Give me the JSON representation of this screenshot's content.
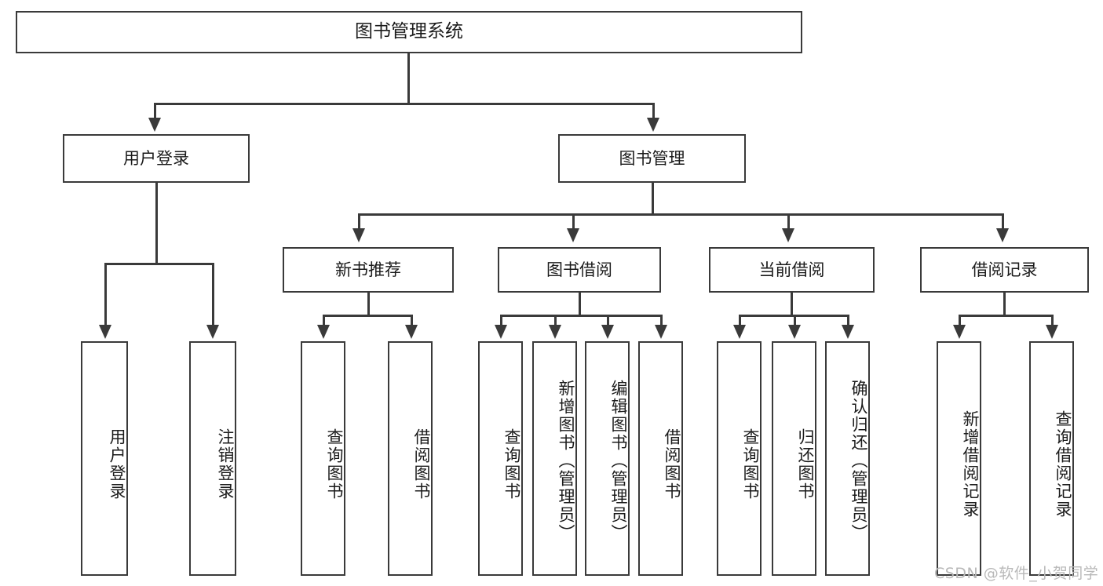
{
  "diagram": {
    "type": "tree-hierarchy",
    "title": "图书管理系统",
    "root": {
      "label": "图书管理系统"
    },
    "level2": [
      {
        "label": "用户登录"
      },
      {
        "label": "图书管理"
      }
    ],
    "level3": [
      {
        "label": "新书推荐"
      },
      {
        "label": "图书借阅"
      },
      {
        "label": "当前借阅"
      },
      {
        "label": "借阅记录"
      }
    ],
    "leaves": {
      "user_login": [
        {
          "label": "用户登录"
        },
        {
          "label": "注销登录"
        }
      ],
      "new_book_recommend": [
        {
          "label": "查询图书"
        },
        {
          "label": "借阅图书"
        }
      ],
      "book_borrow": [
        {
          "label": "查询图书"
        },
        {
          "label": "新增图书（管理员）"
        },
        {
          "label": "编辑图书（管理员）"
        },
        {
          "label": "借阅图书"
        }
      ],
      "current_borrow": [
        {
          "label": "查询图书"
        },
        {
          "label": "归还图书"
        },
        {
          "label": "确认归还（管理员）"
        }
      ],
      "borrow_record": [
        {
          "label": "新增借阅记录"
        },
        {
          "label": "查询借阅记录"
        }
      ]
    }
  },
  "watermark": {
    "text": "CSDN @软件_小贺同学"
  },
  "colors": {
    "stroke": "#3a3a3a",
    "text": "#1b1b1b",
    "background": "#ffffff",
    "watermark": "#b9b9b9"
  }
}
